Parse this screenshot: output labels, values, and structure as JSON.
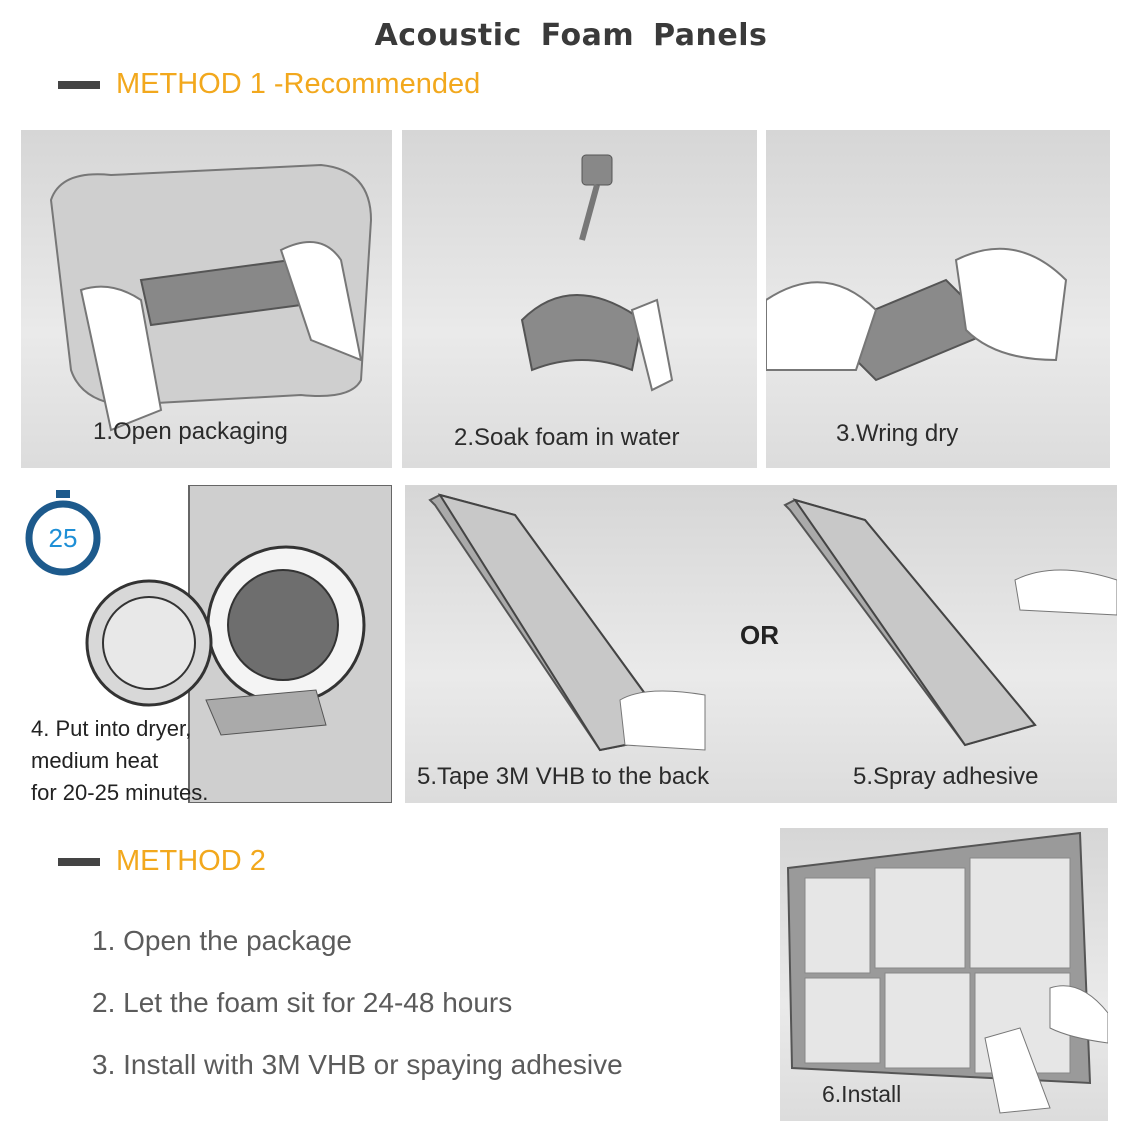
{
  "title": "Acoustic Foam Panels",
  "method1": {
    "label": "METHOD 1 -Recommended",
    "steps": [
      {
        "caption": "1.Open packaging",
        "icon": "open-package-illustration"
      },
      {
        "caption": "2.Soak foam in water",
        "icon": "faucet-soak-illustration"
      },
      {
        "caption": "3.Wring dry",
        "icon": "wring-hands-illustration"
      },
      {
        "caption_lines": [
          "4. Put into dryer,",
          "medium heat",
          " for 20-25 minutes."
        ],
        "icon": "dryer-illustration",
        "timer": {
          "value": "25",
          "unit": "min"
        }
      },
      {
        "caption": "5.Tape 3M VHB to the back",
        "icon": "tape-panel-illustration"
      },
      {
        "caption": "5.Spray adhesive",
        "icon": "spray-panel-illustration"
      }
    ],
    "or_label": "OR"
  },
  "method2": {
    "label": "METHOD 2",
    "steps": [
      "1. Open the package",
      "2. Let the foam sit for 24-48 hours",
      "3. Install with 3M VHB or spaying adhesive"
    ]
  },
  "install": {
    "caption": "6.Install",
    "icon": "wall-install-illustration"
  },
  "colors": {
    "accent": "#f2a81d",
    "title": "#3a3a3a",
    "body_text": "#5b5b5b",
    "timer_blue": "#1d5a8c"
  }
}
